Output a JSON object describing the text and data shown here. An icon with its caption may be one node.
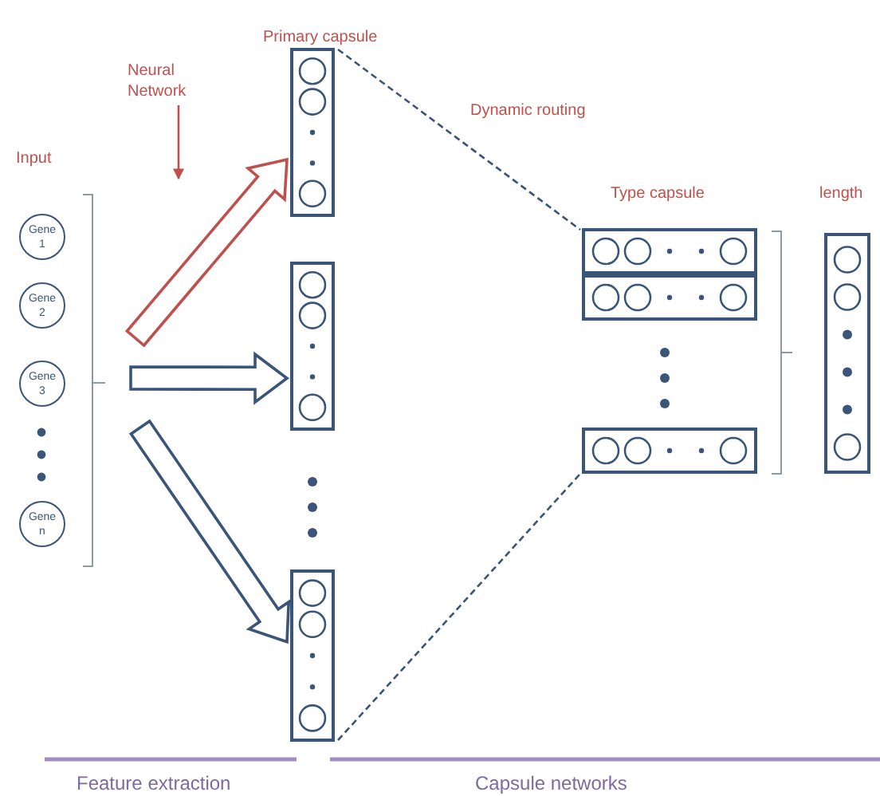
{
  "diagram": {
    "nodes": [
      {
        "text": [
          "Gene 1"
        ]
      },
      {
        "text": [
          "Gene 2"
        ]
      },
      {
        "text": [
          "Gene 3"
        ]
      },
      {
        "text": [
          "Gene n"
        ]
      },
      {
        "text": [],
        "shape": "box"
      },
      {
        "text": [],
        "shape": "box"
      },
      {
        "text": [],
        "shape": "box"
      },
      {
        "text": [],
        "shape": "box"
      },
      {
        "text": [],
        "shape": "box"
      },
      {
        "text": [],
        "shape": "box"
      },
      {
        "text": [],
        "shape": "box"
      },
      {
        "text": [
          "Neural Network"
        ]
      }
    ],
    "edges": [
      {
        "from": null,
        "to": 4,
        "arrow": "to",
        "style": "thick",
        "color": "#c0504d"
      },
      {
        "from": null,
        "to": 5,
        "arrow": "to",
        "style": "thick"
      },
      {
        "from": null,
        "to": 6,
        "arrow": "to",
        "style": "thick"
      },
      {
        "from": 11,
        "to": null,
        "arrow": "to",
        "color": "#c0504d"
      },
      {
        "from": 4,
        "to": 7,
        "arrow": "none",
        "style": "dashed"
      },
      {
        "from": 6,
        "to": 9,
        "arrow": "none",
        "style": "dashed"
      }
    ],
    "labels": [
      "Input",
      "Primary capsule",
      "Dynamic routing",
      "Type capsule",
      "length",
      "Feature extraction",
      "Capsule networks"
    ]
  }
}
